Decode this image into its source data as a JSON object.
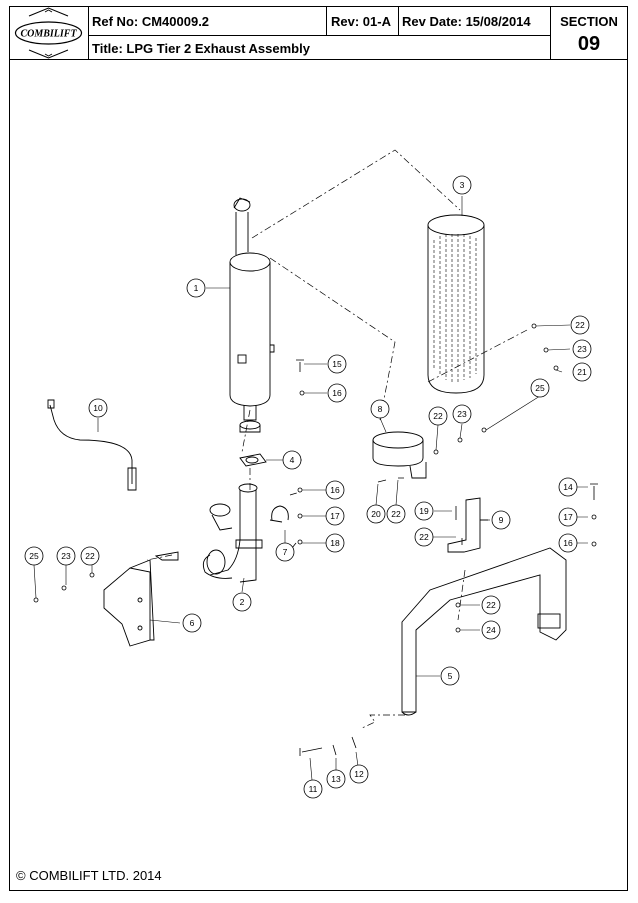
{
  "header": {
    "ref": "Ref No: CM40009.2",
    "rev": "Rev: 01-A",
    "rev_date": "Rev Date: 15/08/2014",
    "section_label": "SECTION",
    "section_number": "09",
    "title": "Title: LPG Tier 2 Exhaust Assembly",
    "logo_text": "COMBILIFT"
  },
  "footer": {
    "copyright": "© COMBILIFT LTD. 2014"
  },
  "callouts": [
    {
      "id": "c1",
      "text": "1"
    },
    {
      "id": "c2",
      "text": "2"
    },
    {
      "id": "c3",
      "text": "3"
    },
    {
      "id": "c4",
      "text": "4"
    },
    {
      "id": "c5",
      "text": "5"
    },
    {
      "id": "c6",
      "text": "6"
    },
    {
      "id": "c7",
      "text": "7"
    },
    {
      "id": "c8",
      "text": "8"
    },
    {
      "id": "c9",
      "text": "9"
    },
    {
      "id": "c10",
      "text": "10"
    },
    {
      "id": "c11",
      "text": "11"
    },
    {
      "id": "c12",
      "text": "12"
    },
    {
      "id": "c13",
      "text": "13"
    },
    {
      "id": "c14",
      "text": "14"
    },
    {
      "id": "c15",
      "text": "15"
    },
    {
      "id": "c16a",
      "text": "16"
    },
    {
      "id": "c16b",
      "text": "16"
    },
    {
      "id": "c16c",
      "text": "16"
    },
    {
      "id": "c17a",
      "text": "17"
    },
    {
      "id": "c17b",
      "text": "17"
    },
    {
      "id": "c18",
      "text": "18"
    },
    {
      "id": "c19",
      "text": "19"
    },
    {
      "id": "c20",
      "text": "20"
    },
    {
      "id": "c21",
      "text": "21"
    },
    {
      "id": "c22a",
      "text": "22"
    },
    {
      "id": "c22b",
      "text": "22"
    },
    {
      "id": "c22c",
      "text": "22"
    },
    {
      "id": "c22d",
      "text": "22"
    },
    {
      "id": "c22e",
      "text": "22"
    },
    {
      "id": "c22f",
      "text": "22"
    },
    {
      "id": "c23a",
      "text": "23"
    },
    {
      "id": "c23b",
      "text": "23"
    },
    {
      "id": "c23c",
      "text": "23"
    },
    {
      "id": "c24",
      "text": "24"
    },
    {
      "id": "c25a",
      "text": "25"
    },
    {
      "id": "c25b",
      "text": "25"
    }
  ]
}
